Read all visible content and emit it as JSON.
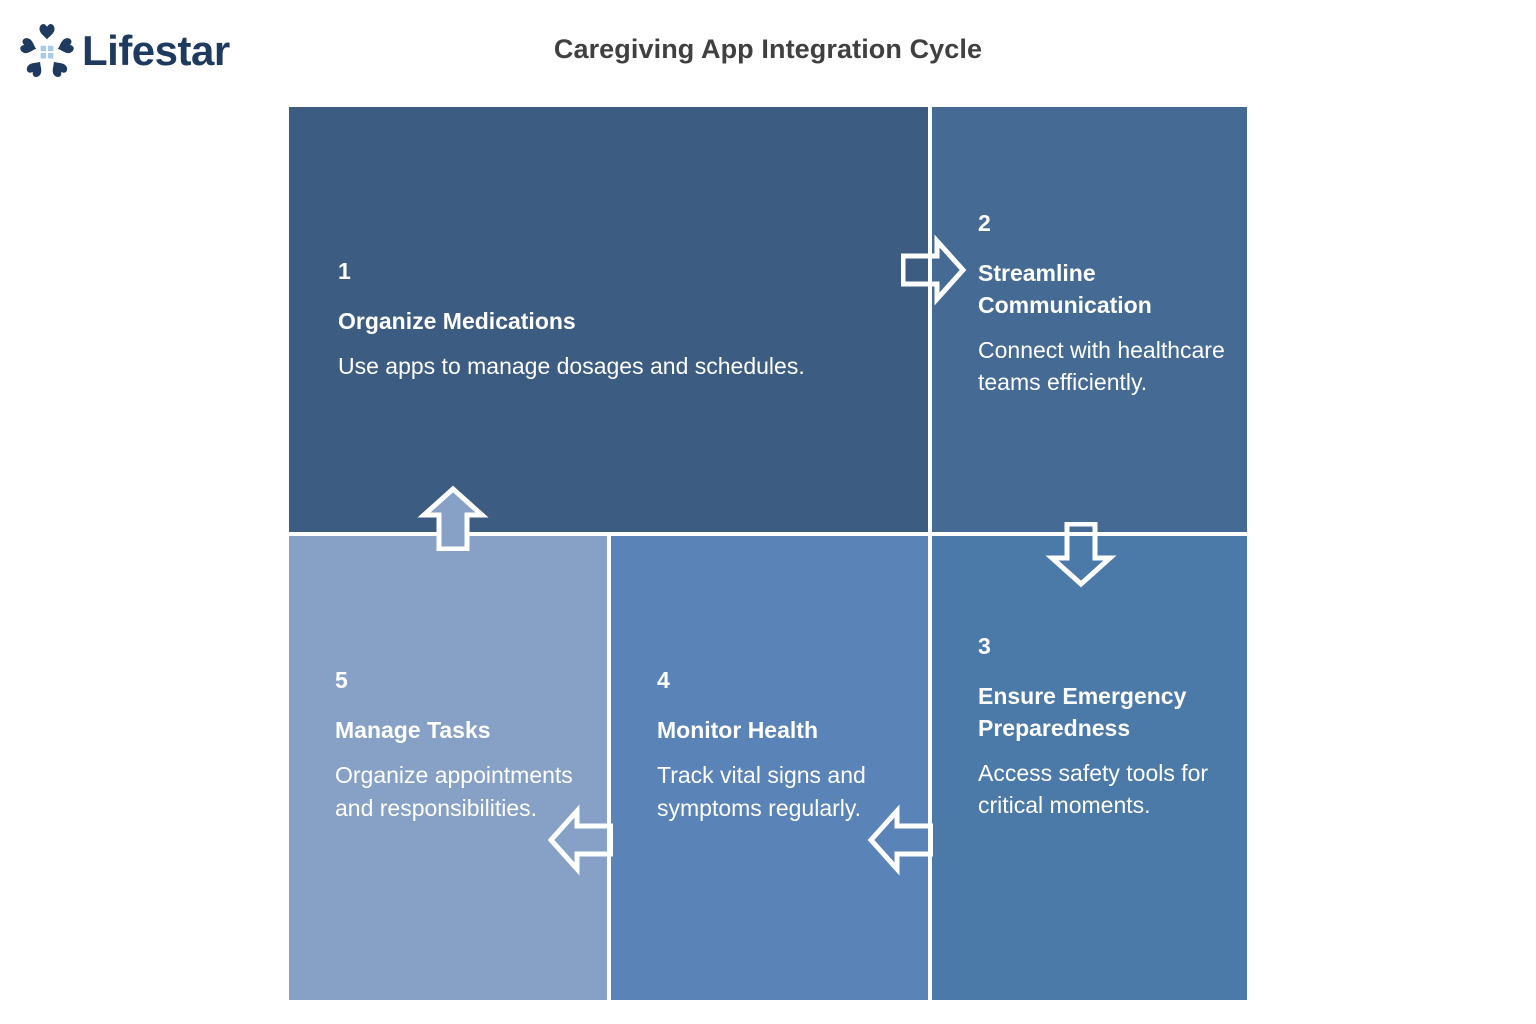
{
  "brand": {
    "name": "Lifestar",
    "mark_icon": "lifestar-hearts-house-icon",
    "color": "#1e3a5f"
  },
  "title": "Caregiving App Integration Cycle",
  "diagram": {
    "type": "cycle",
    "steps": [
      {
        "number": "1",
        "heading": "Organize Medications",
        "body": "Use apps to manage dosages and schedules.",
        "color": "#3c5d81"
      },
      {
        "number": "2",
        "heading": "Streamline Communication",
        "body": "Connect with healthcare teams efficiently.",
        "color": "#456b94"
      },
      {
        "number": "3",
        "heading": "Ensure Emergency Preparedness",
        "body": "Access safety tools for critical moments.",
        "color": "#4c7aa8"
      },
      {
        "number": "4",
        "heading": "Monitor Health",
        "body": "Track vital signs and symptoms regularly.",
        "color": "#5a84b8"
      },
      {
        "number": "5",
        "heading": "Manage Tasks",
        "body": "Organize appointments and responsibilities.",
        "color": "#87a1c6"
      }
    ],
    "arrows": [
      {
        "from": "1",
        "to": "2",
        "direction": "right",
        "icon": "arrow-right-icon"
      },
      {
        "from": "2",
        "to": "3",
        "direction": "down",
        "icon": "arrow-down-icon"
      },
      {
        "from": "3",
        "to": "4",
        "direction": "left",
        "icon": "arrow-left-icon"
      },
      {
        "from": "4",
        "to": "5",
        "direction": "left",
        "icon": "arrow-left-icon"
      },
      {
        "from": "5",
        "to": "1",
        "direction": "up",
        "icon": "arrow-up-icon"
      }
    ]
  }
}
